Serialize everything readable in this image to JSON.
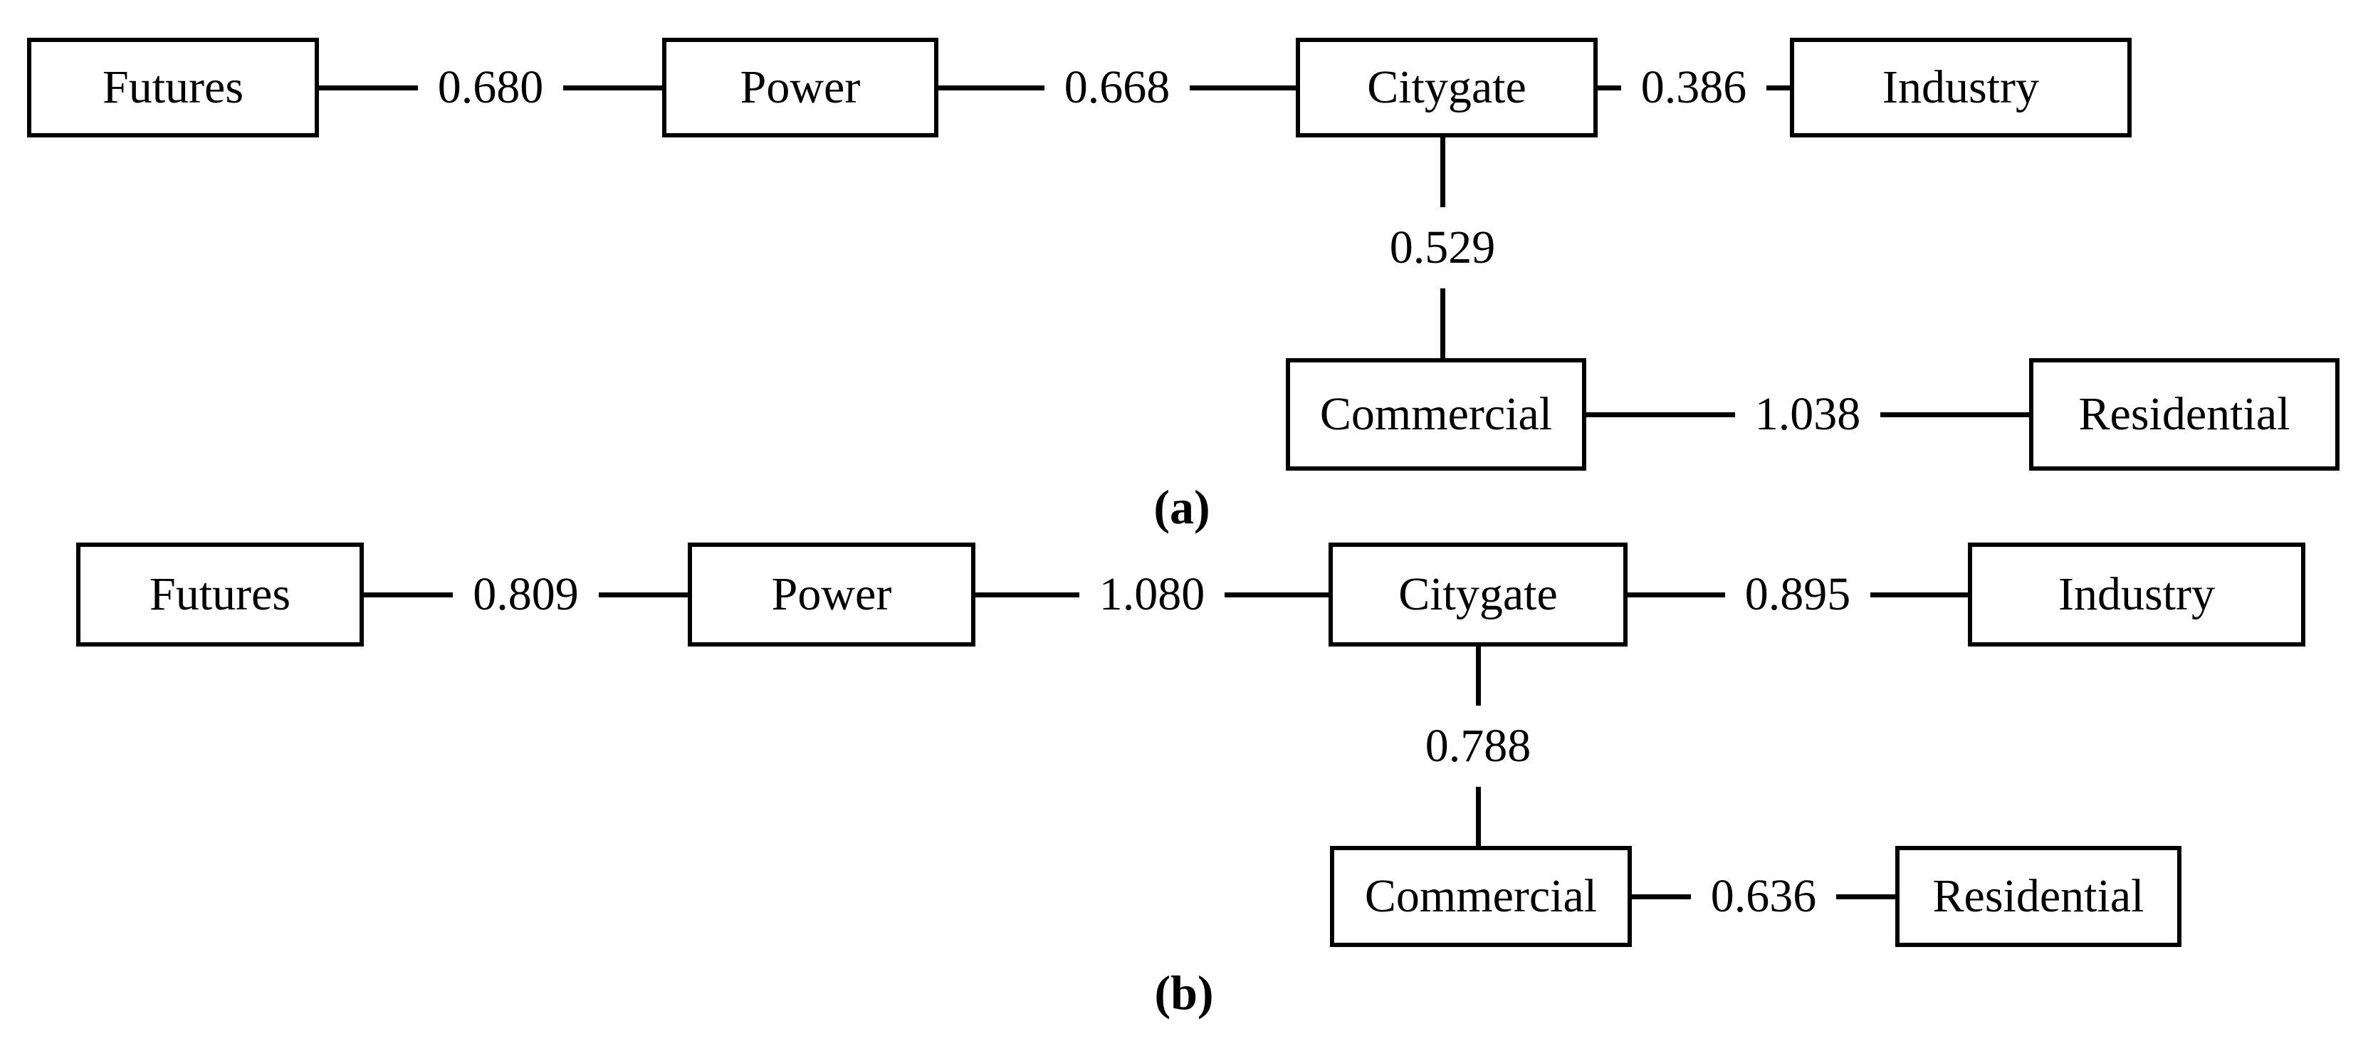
{
  "figure": {
    "diagrams": [
      {
        "caption": "(a)",
        "nodes": {
          "futures": "Futures",
          "power": "Power",
          "citygate": "Citygate",
          "industry": "Industry",
          "commercial": "Commercial",
          "residential": "Residential"
        },
        "edges": {
          "futures_power": "0.680",
          "power_citygate": "0.668",
          "citygate_industry": "0.386",
          "citygate_commercial": "0.529",
          "commercial_residential": "1.038"
        }
      },
      {
        "caption": "(b)",
        "nodes": {
          "futures": "Futures",
          "power": "Power",
          "citygate": "Citygate",
          "industry": "Industry",
          "commercial": "Commercial",
          "residential": "Residential"
        },
        "edges": {
          "futures_power": "0.809",
          "power_citygate": "1.080",
          "citygate_industry": "0.895",
          "citygate_commercial": "0.788",
          "commercial_residential": "0.636"
        }
      }
    ]
  }
}
